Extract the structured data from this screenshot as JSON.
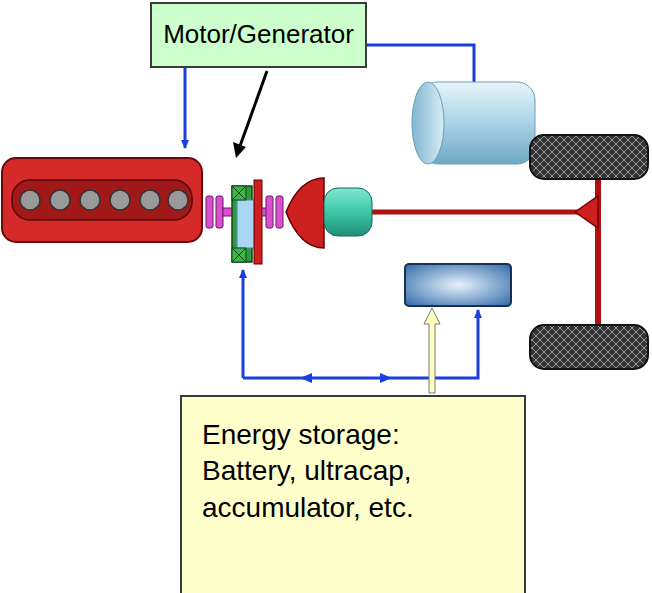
{
  "diagram": {
    "nodes": [
      {
        "text": [
          "Motor/Generator"
        ]
      },
      {
        "text": [
          "Energy storage:",
          "Battery, ultracap, accumulator, etc."
        ]
      }
    ]
  }
}
